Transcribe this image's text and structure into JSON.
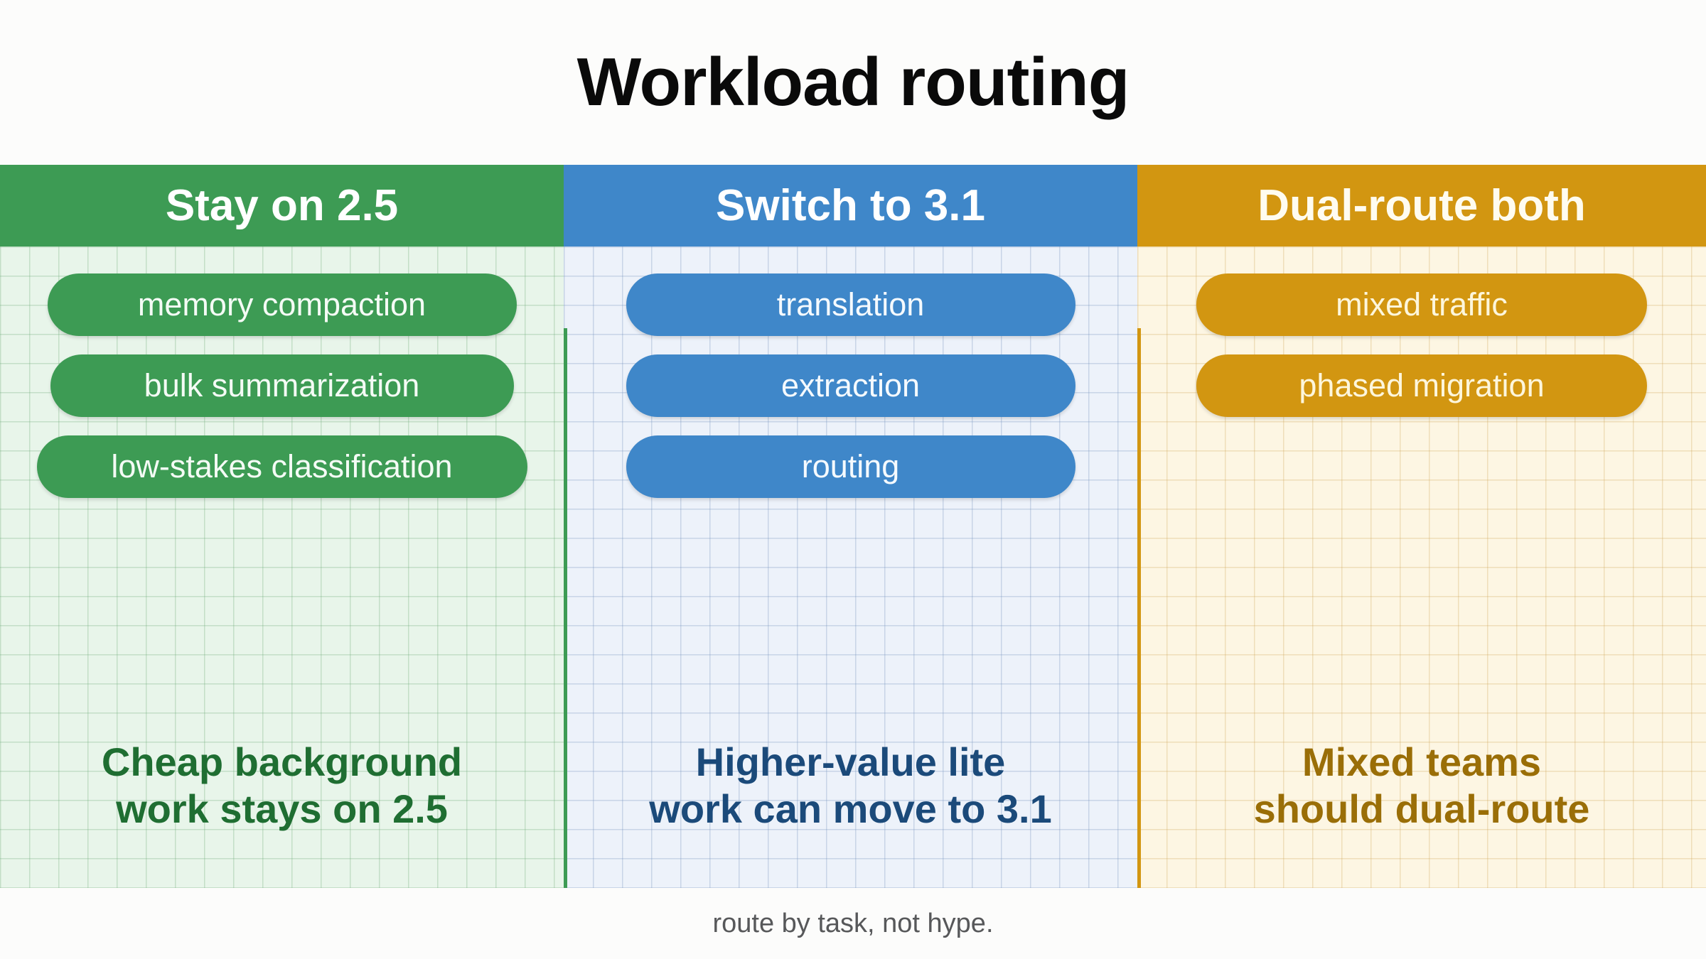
{
  "slide": {
    "title": "Workload routing",
    "footer": "route by task, not hype.",
    "background_color": "#FCFCFB",
    "title_color": "#0A0A0A",
    "footer_color": "#57585A"
  },
  "columns": [
    {
      "key": "stay",
      "header": "Stay on 2.5",
      "header_bg": "#3D9B54",
      "header_text_color": "#FFFFFF",
      "body_bg": "#E8F5EA",
      "pill_color": "#3D9B54",
      "pill_text_color": "#F4FBF5",
      "caption_color": "#1F6E32",
      "pills": [
        "memory compaction",
        "bulk summarization",
        "low-stakes classification"
      ],
      "caption": "Cheap background\nwork stays on 2.5"
    },
    {
      "key": "switch",
      "header": "Switch to 3.1",
      "header_bg": "#3F87C9",
      "header_text_color": "#FFFFFF",
      "body_bg": "#EDF2FA",
      "pill_color": "#3F87C9",
      "pill_text_color": "#F5FAFE",
      "caption_color": "#1B4A7A",
      "pills": [
        "translation",
        "extraction",
        "routing"
      ],
      "caption": "Higher-value lite\nwork can move to 3.1"
    },
    {
      "key": "dual",
      "header": "Dual-route both",
      "header_bg": "#D29611",
      "header_text_color": "#FFFCF0",
      "body_bg": "#FDF6E3",
      "pill_color": "#D29611",
      "pill_text_color": "#FDF6DC",
      "caption_color": "#9A6E07",
      "pills": [
        "mixed traffic",
        "phased migration"
      ],
      "caption": "Mixed teams\nshould dual-route"
    }
  ]
}
